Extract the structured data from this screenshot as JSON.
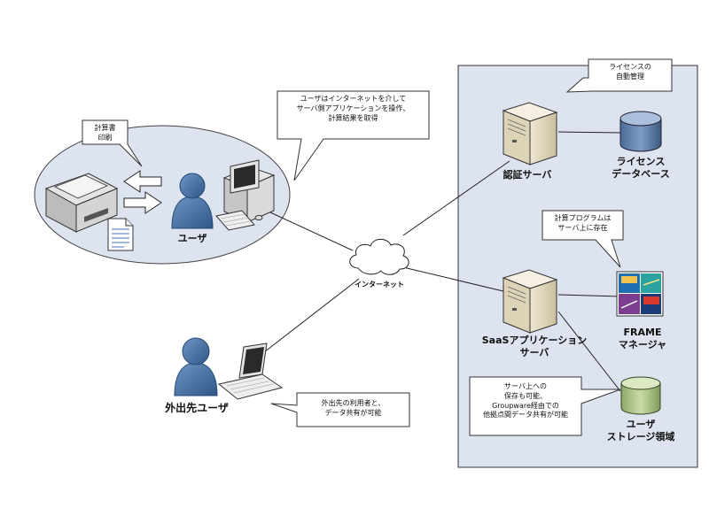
{
  "callouts": {
    "print": "計算書\n印刷",
    "internet_use": "ユーザはインターネットを介して\nサーバ側アプリケーションを操作、\n計算結果を取得",
    "license": "ライセンスの\n自動管理",
    "program": "計算プログラムは\nサーバ上に存在",
    "storage": "サーバ上への\n保存も可能、\nGroupware経由での\n他拠点間データ共有が可能",
    "remote": "外出先の利用者と、\nデータ共有が可能"
  },
  "labels": {
    "user": "ユーザ",
    "remote_user": "外出先ユーザ",
    "internet": "インターネット",
    "auth_server": "認証サーバ",
    "license_db": "ライセンス\nデータベース",
    "saas_server": "SaaSアプリケーション\nサーバ",
    "frame_manager": "FRAME\nマネージャ",
    "user_storage": "ユーザ\nストレージ領域"
  }
}
